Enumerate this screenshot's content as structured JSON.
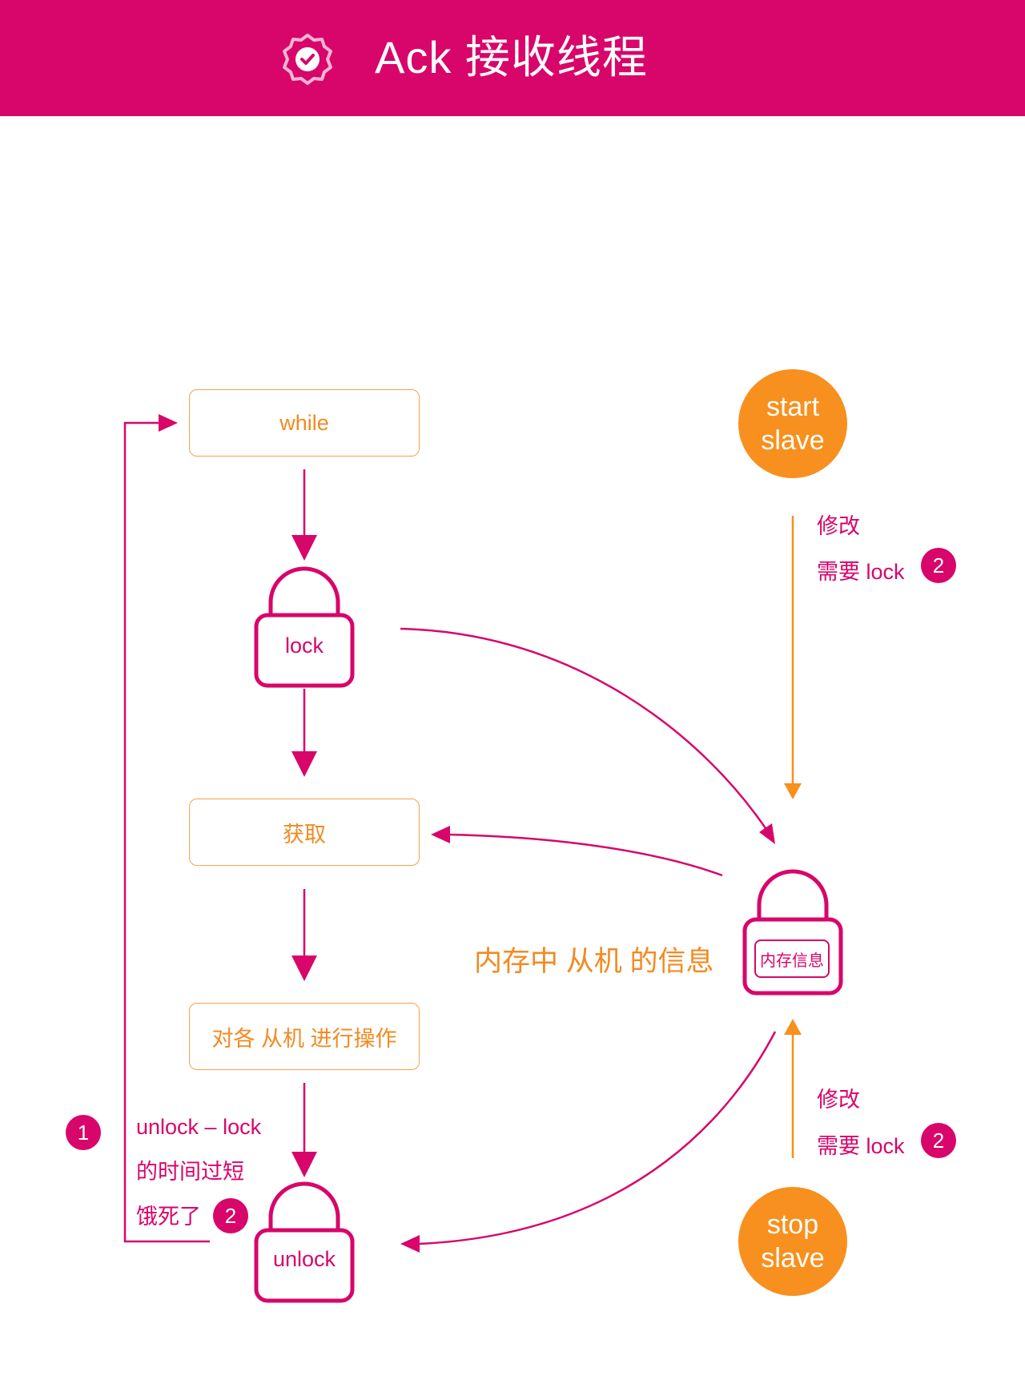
{
  "header": {
    "title": "Ack 接收线程",
    "icon": "verified-badge-icon",
    "background": "#d8056a"
  },
  "flow": {
    "while": "while",
    "lock": "lock",
    "fetch": "获取",
    "operate": "对各 从机 进行操作",
    "unlock": "unlock"
  },
  "note": {
    "line1": "unlock – lock",
    "line2": "的时间过短",
    "line3": "饿死了",
    "badge_left": "1",
    "badge_right": "2"
  },
  "memory": {
    "label": "内存中 从机 的信息",
    "lock_text": "内存信息"
  },
  "start_slave": {
    "line1": "start",
    "line2": "slave",
    "modify": "修改",
    "need_lock": "需要 lock",
    "badge": "2"
  },
  "stop_slave": {
    "line1": "stop",
    "line2": "slave",
    "modify": "修改",
    "need_lock": "需要 lock",
    "badge": "2"
  },
  "colors": {
    "magenta": "#d8056a",
    "orange": "#f7901e",
    "box_border": "#f5a24d"
  }
}
